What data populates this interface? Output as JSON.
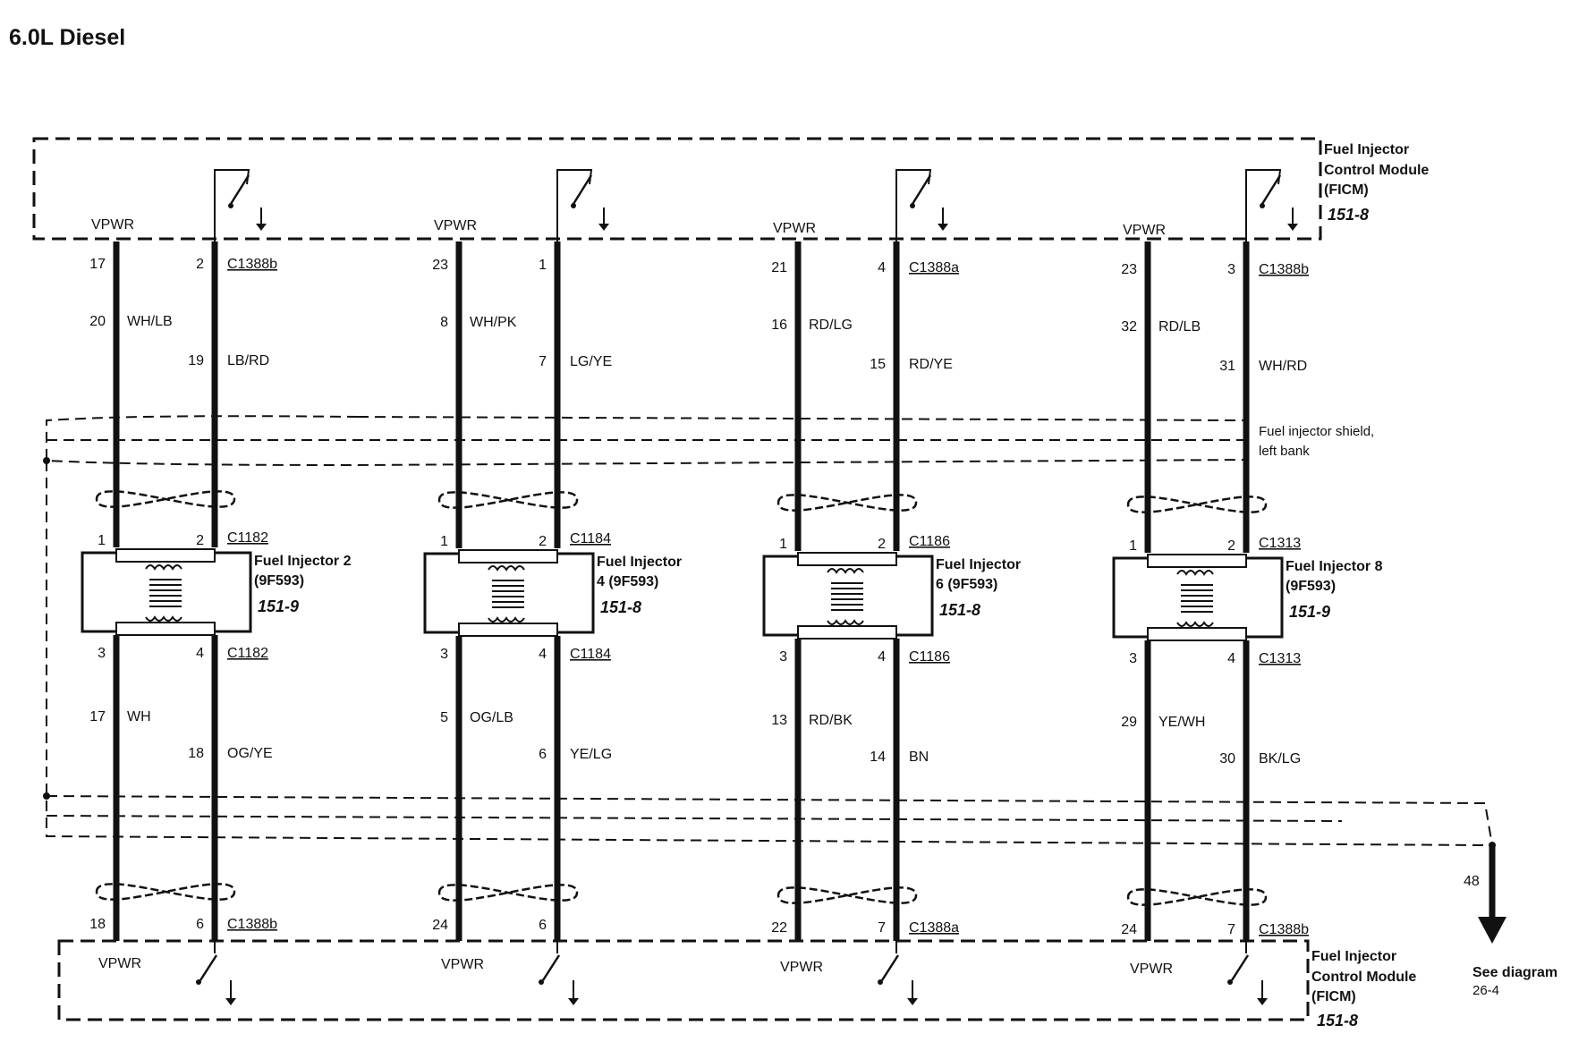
{
  "title": "6.0L Diesel",
  "ficm_top": {
    "line1": "Fuel Injector",
    "line2": "Control Module",
    "line3": "(FICM)",
    "ref": "151-8"
  },
  "ficm_bottom": {
    "line1": "Fuel Injector",
    "line2": "Control Module",
    "line3": "(FICM)",
    "ref": "151-8"
  },
  "shield": {
    "line1": "Fuel injector shield,",
    "line2": "left bank"
  },
  "see_diagram": {
    "circuit": "48",
    "line1": "See diagram",
    "line2": "26-4"
  },
  "vpwr": "VPWR",
  "columns": [
    {
      "top_left_pin": "17",
      "top_right_pin": "2",
      "top_conn": "C1388b",
      "left_circuit": "20",
      "left_color": "WH/LB",
      "right_circuit": "19",
      "right_color": "LB/RD",
      "inj_pin1": "1",
      "inj_pin2": "2",
      "inj_conn": "C1182",
      "inj_name1": "Fuel Injector 2",
      "inj_name2": "(9F593)",
      "inj_ref": "151-9",
      "inj_pin3": "3",
      "inj_pin4": "4",
      "inj_conn2": "C1182",
      "low_left_circuit": "17",
      "low_left_color": "WH",
      "low_right_circuit": "18",
      "low_right_color": "OG/YE",
      "bot_left_pin": "18",
      "bot_right_pin": "6",
      "bot_conn": "C1388b"
    },
    {
      "top_left_pin": "23",
      "top_right_pin": "1",
      "top_conn": "",
      "left_circuit": "8",
      "left_color": "WH/PK",
      "right_circuit": "7",
      "right_color": "LG/YE",
      "inj_pin1": "1",
      "inj_pin2": "2",
      "inj_conn": "C1184",
      "inj_name1": "Fuel Injector",
      "inj_name2": "4 (9F593)",
      "inj_ref": "151-8",
      "inj_pin3": "3",
      "inj_pin4": "4",
      "inj_conn2": "C1184",
      "low_left_circuit": "5",
      "low_left_color": "OG/LB",
      "low_right_circuit": "6",
      "low_right_color": "YE/LG",
      "bot_left_pin": "24",
      "bot_right_pin": "6",
      "bot_conn": ""
    },
    {
      "top_left_pin": "21",
      "top_right_pin": "4",
      "top_conn": "C1388a",
      "left_circuit": "16",
      "left_color": "RD/LG",
      "right_circuit": "15",
      "right_color": "RD/YE",
      "inj_pin1": "1",
      "inj_pin2": "2",
      "inj_conn": "C1186",
      "inj_name1": "Fuel Injector",
      "inj_name2": "6 (9F593)",
      "inj_ref": "151-8",
      "inj_pin3": "3",
      "inj_pin4": "4",
      "inj_conn2": "C1186",
      "low_left_circuit": "13",
      "low_left_color": "RD/BK",
      "low_right_circuit": "14",
      "low_right_color": "BN",
      "bot_left_pin": "22",
      "bot_right_pin": "7",
      "bot_conn": "C1388a"
    },
    {
      "top_left_pin": "23",
      "top_right_pin": "3",
      "top_conn": "C1388b",
      "left_circuit": "32",
      "left_color": "RD/LB",
      "right_circuit": "31",
      "right_color": "WH/RD",
      "inj_pin1": "1",
      "inj_pin2": "2",
      "inj_conn": "C1313",
      "inj_name1": "Fuel Injector 8",
      "inj_name2": "(9F593)",
      "inj_ref": "151-9",
      "inj_pin3": "3",
      "inj_pin4": "4",
      "inj_conn2": "C1313",
      "low_left_circuit": "29",
      "low_left_color": "YE/WH",
      "low_right_circuit": "30",
      "low_right_color": "BK/LG",
      "bot_left_pin": "24",
      "bot_right_pin": "7",
      "bot_conn": "C1388b"
    }
  ]
}
